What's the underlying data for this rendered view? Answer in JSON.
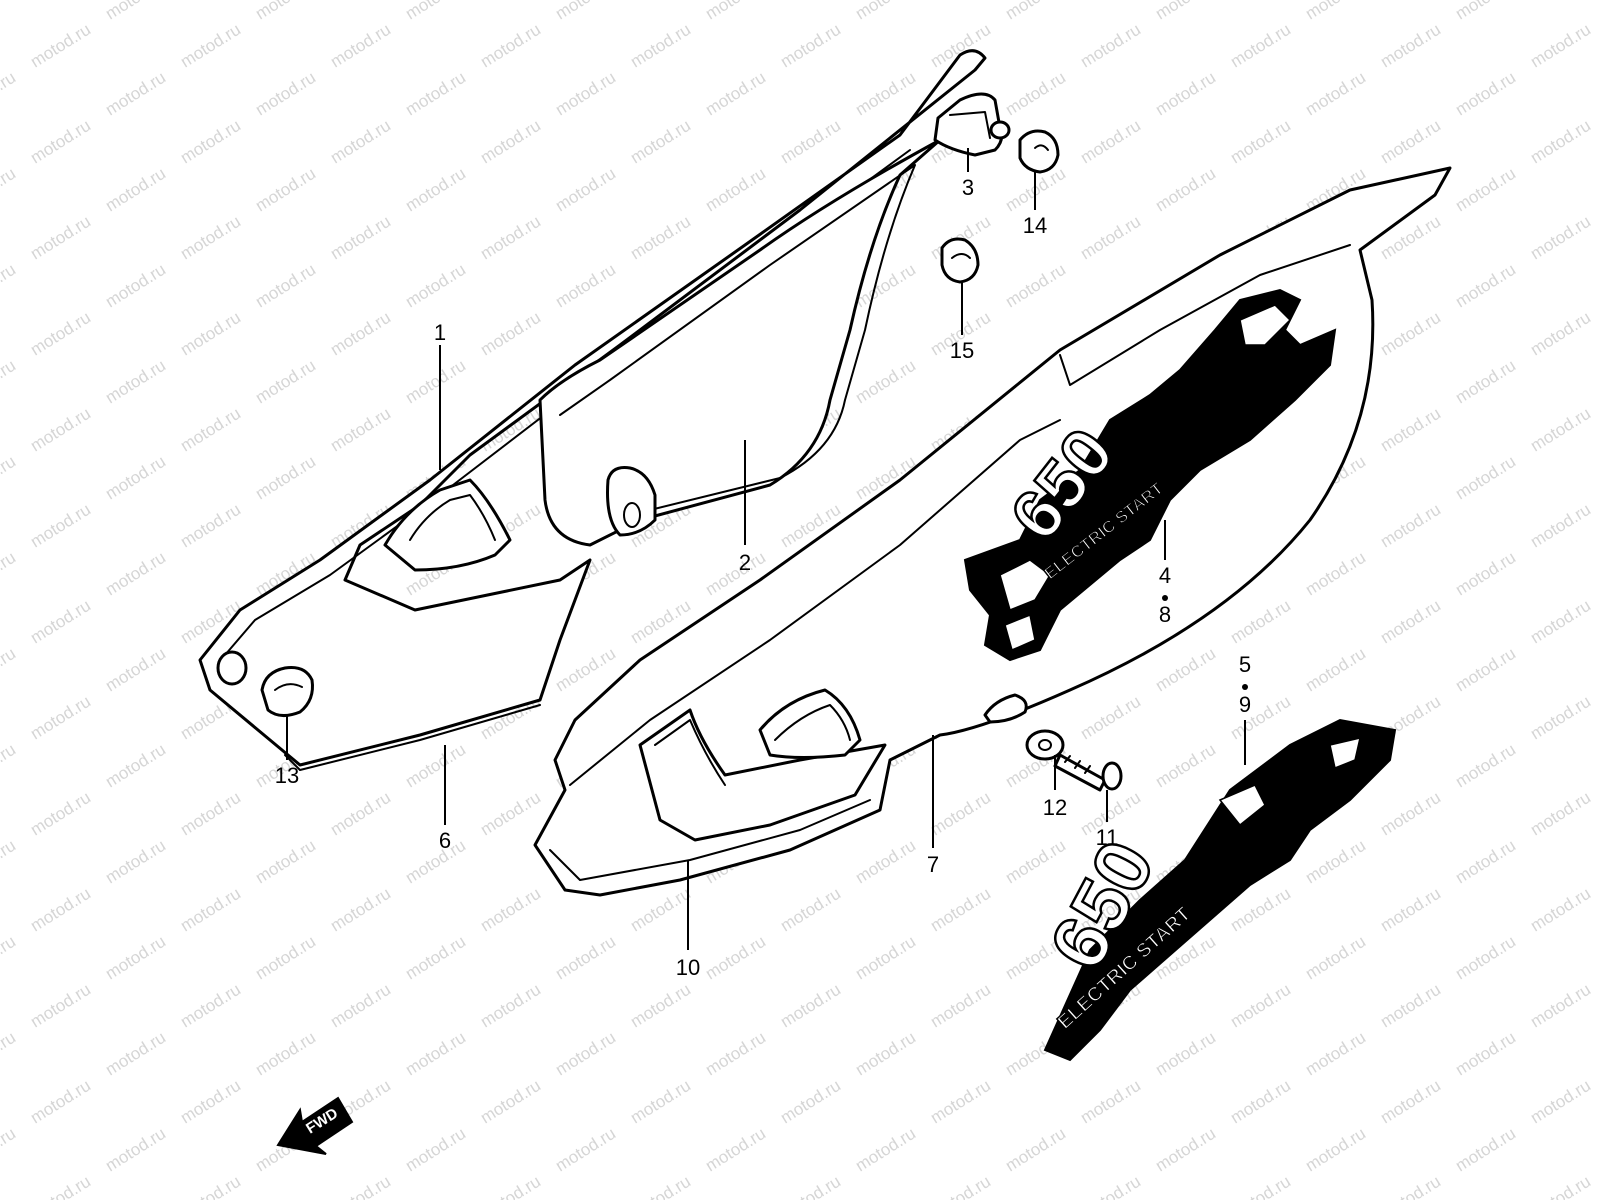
{
  "watermark": {
    "text": "motod.ru",
    "color": "#b4b4b4"
  },
  "decals": {
    "model": "650",
    "caption": "ELECTRIC START"
  },
  "fwd_marker": {
    "text": "FWD"
  },
  "callouts": [
    {
      "id": "1",
      "text": "1"
    },
    {
      "id": "2",
      "text": "2"
    },
    {
      "id": "3",
      "text": "3"
    },
    {
      "id": "4",
      "text": "4"
    },
    {
      "id": "8",
      "text": "8"
    },
    {
      "id": "5",
      "text": "5"
    },
    {
      "id": "9",
      "text": "9"
    },
    {
      "id": "6",
      "text": "6"
    },
    {
      "id": "7",
      "text": "7"
    },
    {
      "id": "10",
      "text": "10"
    },
    {
      "id": "11",
      "text": "11"
    },
    {
      "id": "12",
      "text": "12"
    },
    {
      "id": "13",
      "text": "13"
    },
    {
      "id": "14",
      "text": "14"
    },
    {
      "id": "15",
      "text": "15"
    }
  ],
  "colors": {
    "line": "#000000",
    "background": "#ffffff",
    "decal_fill": "#000000"
  }
}
